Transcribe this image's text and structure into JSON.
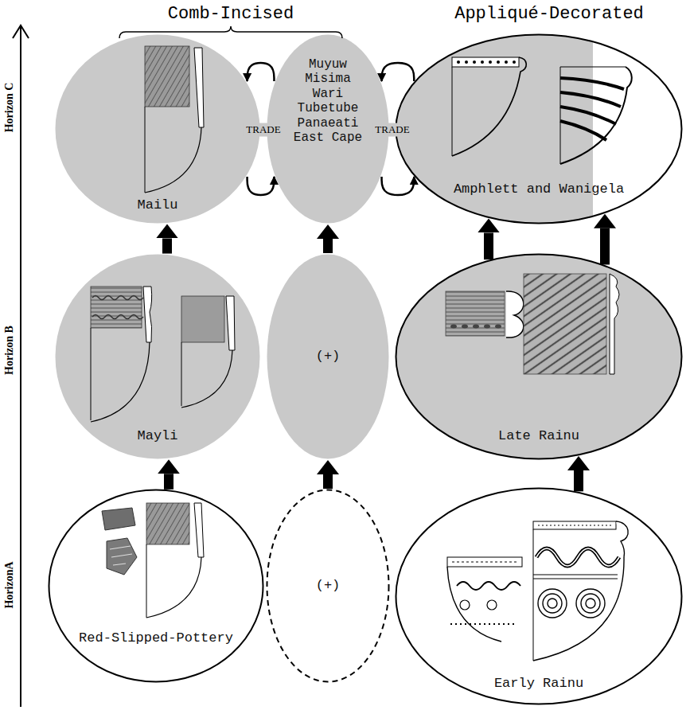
{
  "diagram": {
    "nodes": [
      {
        "text": [
          "Mailu"
        ]
      },
      {
        "text": [
          "Muyuw Misima Wari Tubetube Panaeati East Cape"
        ]
      },
      {
        "text": [
          "Amphlett and Wanigela"
        ]
      },
      {
        "text": [
          "Mayli"
        ]
      },
      {
        "text": [
          "(+)"
        ]
      },
      {
        "text": [
          "Late Rainu"
        ]
      },
      {
        "text": [
          "Red-Slipped-Pottery"
        ]
      },
      {
        "text": [
          "(+)"
        ]
      },
      {
        "text": [
          "Early Rainu"
        ]
      }
    ],
    "edges": [
      {
        "from": 1,
        "to": 0,
        "arrow": "to",
        "label": "TRADE"
      },
      {
        "from": 0,
        "to": 1,
        "arrow": "to"
      },
      {
        "from": 2,
        "to": 1,
        "arrow": "to",
        "label": "TRADE"
      },
      {
        "from": 1,
        "to": 2,
        "arrow": "to"
      },
      {
        "from": 3,
        "to": 0,
        "arrow": "to"
      },
      {
        "from": 4,
        "to": 1,
        "arrow": "to"
      },
      {
        "from": 5,
        "to": 2,
        "arrow": "to"
      },
      {
        "from": 5,
        "to": 2,
        "arrow": "to"
      },
      {
        "from": 6,
        "to": 3,
        "arrow": "to"
      },
      {
        "from": 7,
        "to": 4,
        "arrow": "to"
      },
      {
        "from": 8,
        "to": 5,
        "arrow": "to"
      }
    ],
    "labels": [
      "Comb-Incised",
      "Appliqué-Decorated",
      "Horizon C",
      "Horizon B",
      "HorizonA"
    ]
  }
}
